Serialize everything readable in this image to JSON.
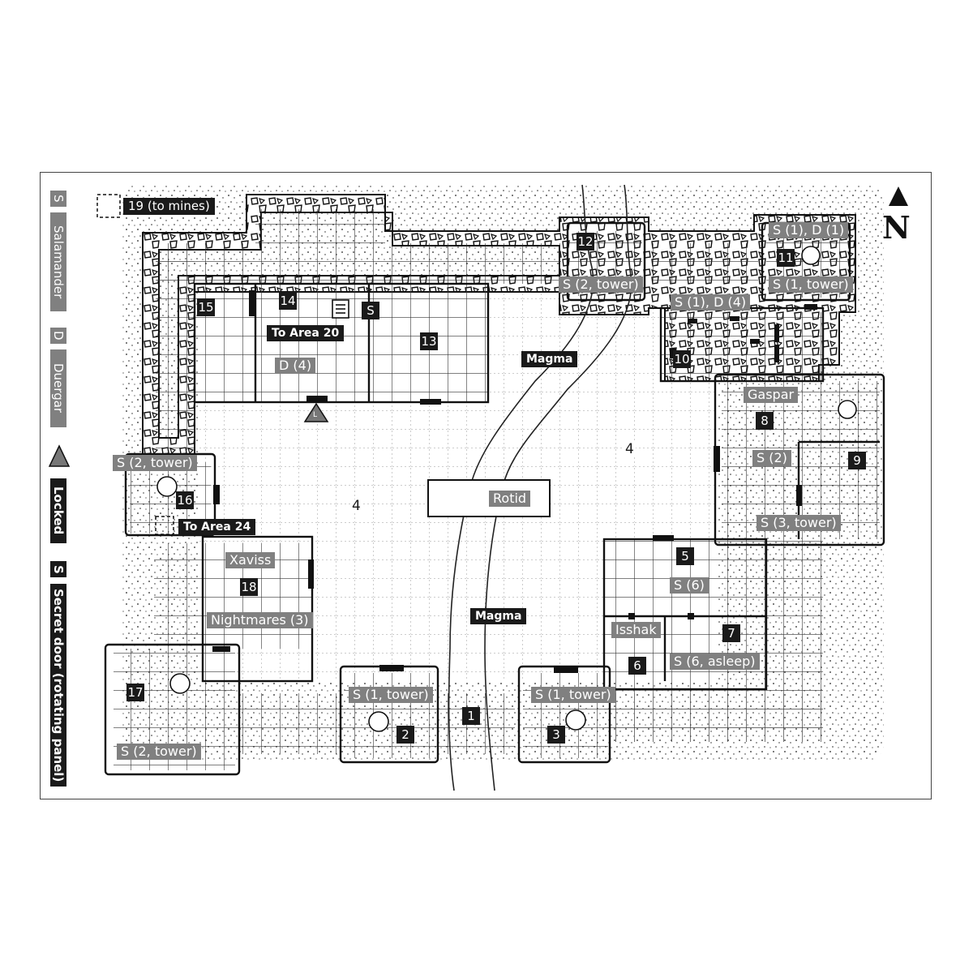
{
  "legend": {
    "salamander_key": "S",
    "salamander_label": "Salamander",
    "duergar_key": "D",
    "duergar_label": "Duergar",
    "locked_key": "L",
    "locked_label": "Locked",
    "secret_key": "S",
    "secret_label": "Secret door (rotating panel)",
    "mines_label": "19 (to mines)"
  },
  "compass": {
    "letter": "N",
    "icon": "north-arrow-icon"
  },
  "labels": {
    "area_12": "12",
    "area_11": "11",
    "area_15": "15",
    "area_14": "14",
    "area_13": "13",
    "area_10": "10",
    "area_8": "8",
    "area_9": "9",
    "area_16": "16",
    "area_4_west": "4",
    "area_4_east": "4",
    "area_5": "5",
    "area_18": "18",
    "area_7": "7",
    "area_6": "6",
    "area_17": "17",
    "area_1": "1",
    "area_2": "2",
    "area_3": "3",
    "s_d_11": "S (1), D (1)",
    "s_tower_11": "S (1, tower)",
    "s_tower_12": "S (2, tower)",
    "s_d_10": "S (1), D (4)",
    "to_area_20": "To Area 20",
    "d_14": "D (4)",
    "secret_14": "S",
    "magma_north": "Magma",
    "gaspar": "Gaspar",
    "s_8": "S (2)",
    "s_tower_9": "S (3, tower)",
    "s_tower_16": "S (2, tower)",
    "to_area_24": "To Area 24",
    "rotid": "Rotid",
    "xaviss": "Xaviss",
    "nightmares": "Nightmares (3)",
    "s_5": "S (6)",
    "isshak": "Isshak",
    "s_asleep_7": "S (6, asleep)",
    "magma_south": "Magma",
    "s_tower_2": "S (1, tower)",
    "s_tower_3": "S (1, tower)",
    "s_tower_17": "S (2, tower)",
    "locked_marker": "L"
  }
}
